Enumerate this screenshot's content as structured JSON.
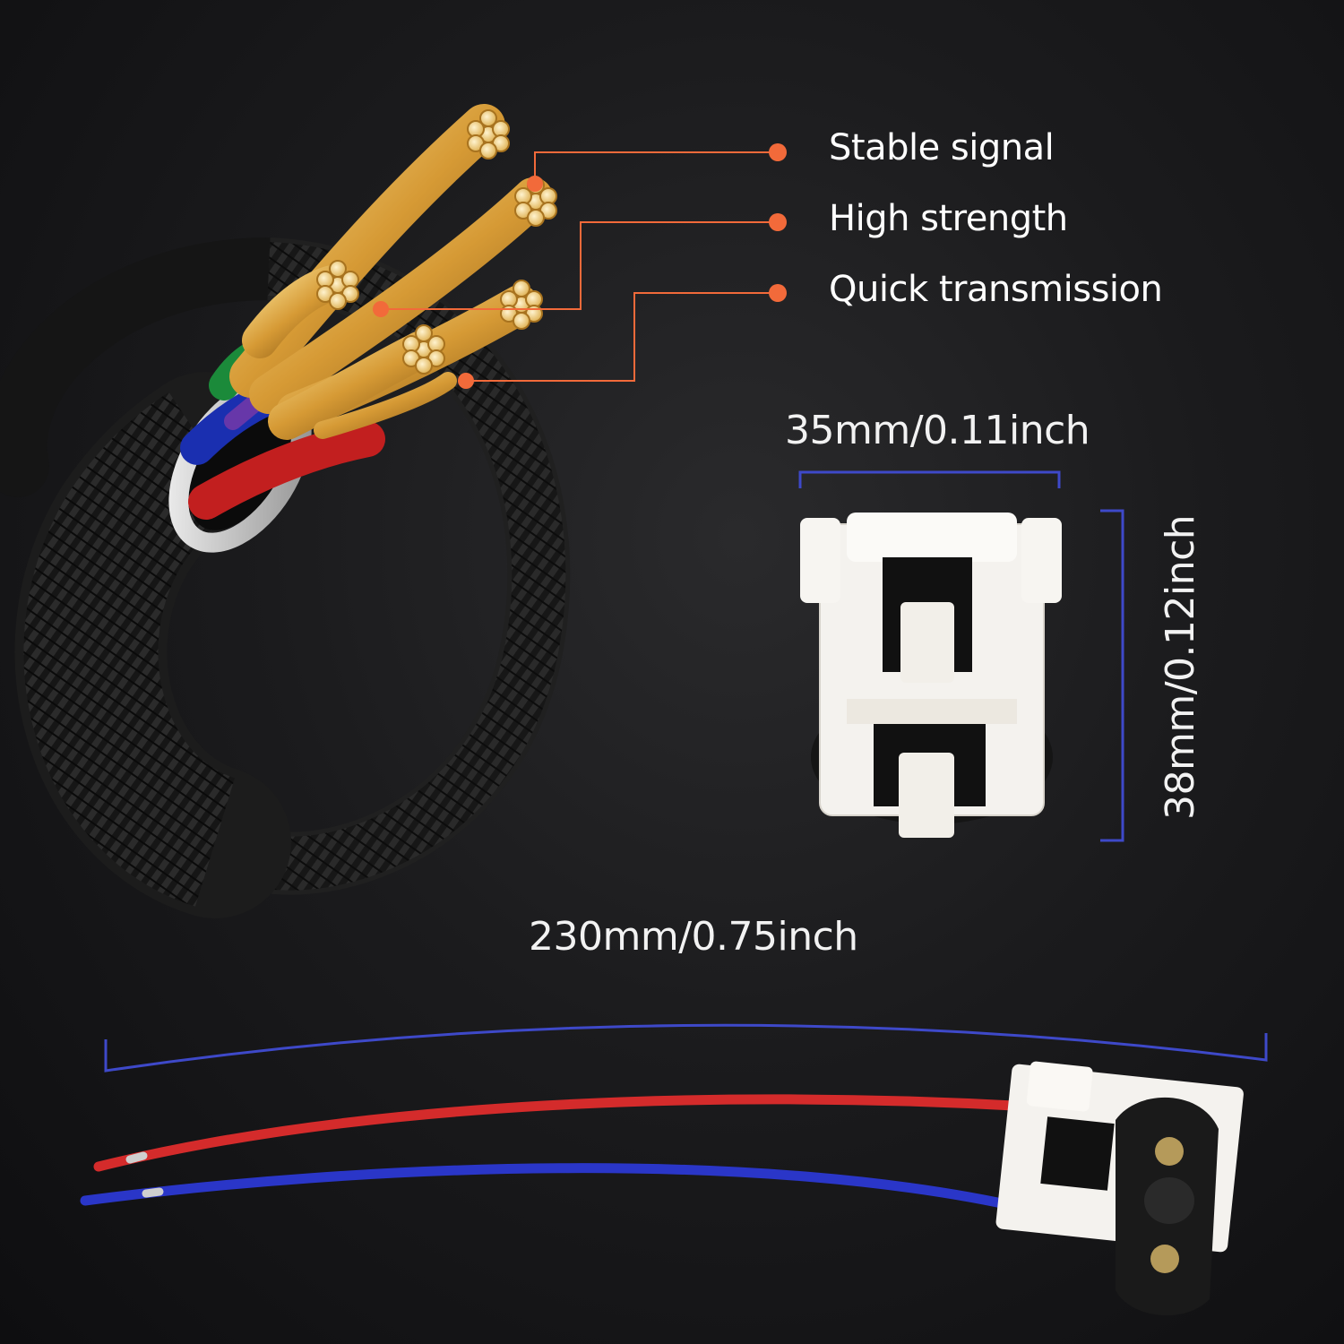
{
  "features": [
    {
      "label": "Stable signal"
    },
    {
      "label": "High strength"
    },
    {
      "label": "Quick transmission"
    }
  ],
  "dimensions": {
    "connector_width": "35mm/0.11inch",
    "connector_height": "38mm/0.12inch",
    "wire_length": "230mm/0.75inch"
  },
  "colors": {
    "callout_accent": "#f26a3a",
    "dimension_line": "#3e49c9",
    "wire_red": "#d42b2b",
    "wire_blue": "#2a36c8",
    "connector_white": "#f4f2ee",
    "copper": "#d9a441"
  }
}
